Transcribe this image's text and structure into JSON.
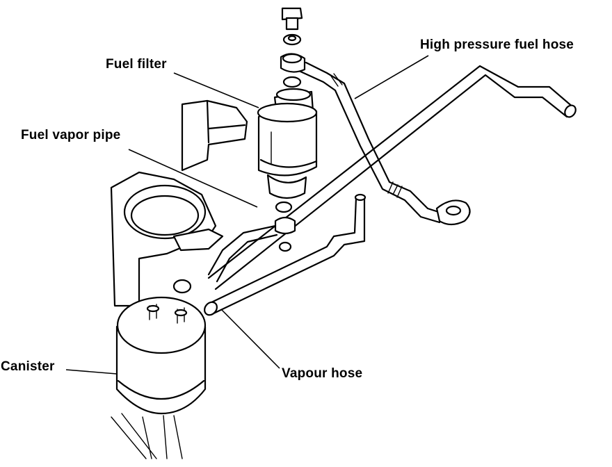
{
  "labels": {
    "high_pressure_fuel_hose": "High pressure fuel hose",
    "fuel_filter": "Fuel filter",
    "fuel_vapor_pipe": "Fuel  vapor  pipe",
    "canister": "Canister",
    "vapour_hose": "Vapour hose"
  }
}
